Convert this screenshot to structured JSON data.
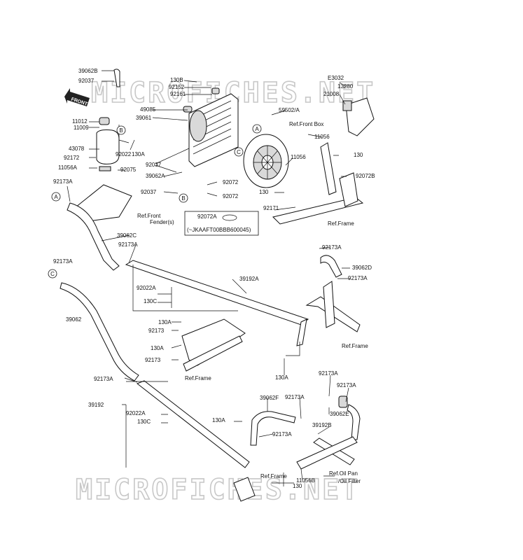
{
  "watermark": "MICROFICHES.NET",
  "front_badge": "FRONT",
  "ref_note": "(~JKAAFT00BBB600045)",
  "labels": [
    {
      "t": "39062B"
    },
    {
      "t": "92037"
    },
    {
      "t": "130B"
    },
    {
      "t": "92152"
    },
    {
      "t": "92161"
    },
    {
      "t": "E3032"
    },
    {
      "t": "13280"
    },
    {
      "t": "21008"
    },
    {
      "t": "49085"
    },
    {
      "t": "39061"
    },
    {
      "t": "59502/A"
    },
    {
      "t": "11012"
    },
    {
      "t": "11009"
    },
    {
      "t": "Ref.Front Box"
    },
    {
      "t": "11056"
    },
    {
      "t": "43078"
    },
    {
      "t": "130A"
    },
    {
      "t": "92022"
    },
    {
      "t": "92172"
    },
    {
      "t": "11056A"
    },
    {
      "t": "92075"
    },
    {
      "t": "92037"
    },
    {
      "t": "39062A"
    },
    {
      "t": "11056"
    },
    {
      "t": "130"
    },
    {
      "t": "92072B"
    },
    {
      "t": "92072"
    },
    {
      "t": "92072"
    },
    {
      "t": "130"
    },
    {
      "t": "92037"
    },
    {
      "t": "92173A"
    },
    {
      "t": "Ref.Front"
    },
    {
      "t": "Fender(s)"
    },
    {
      "t": "92072A"
    },
    {
      "t": "92171"
    },
    {
      "t": "Ref.Frame"
    },
    {
      "t": "39062C"
    },
    {
      "t": "92173A"
    },
    {
      "t": "92173A"
    },
    {
      "t": "39062D"
    },
    {
      "t": "92173A"
    },
    {
      "t": "92173A"
    },
    {
      "t": "39192A"
    },
    {
      "t": "92022A"
    },
    {
      "t": "130C"
    },
    {
      "t": "39062"
    },
    {
      "t": "130A"
    },
    {
      "t": "92173"
    },
    {
      "t": "Ref.Frame"
    },
    {
      "t": "130A"
    },
    {
      "t": "92173"
    },
    {
      "t": "Ref.Frame"
    },
    {
      "t": "130A"
    },
    {
      "t": "92173A"
    },
    {
      "t": "92173A"
    },
    {
      "t": "92173A"
    },
    {
      "t": "39192"
    },
    {
      "t": "39062F"
    },
    {
      "t": "92173A"
    },
    {
      "t": "92022A"
    },
    {
      "t": "39062E"
    },
    {
      "t": "130C"
    },
    {
      "t": "39192B"
    },
    {
      "t": "130A"
    },
    {
      "t": "92173A"
    },
    {
      "t": "Ref.Frame"
    },
    {
      "t": "Ref.Oil Pan"
    },
    {
      "t": "/Oil Filter"
    },
    {
      "t": "130"
    },
    {
      "t": "11056B"
    }
  ],
  "callouts": [
    {
      "t": "B"
    },
    {
      "t": "A"
    },
    {
      "t": "C"
    },
    {
      "t": "B"
    },
    {
      "t": "A"
    },
    {
      "t": "C"
    }
  ]
}
